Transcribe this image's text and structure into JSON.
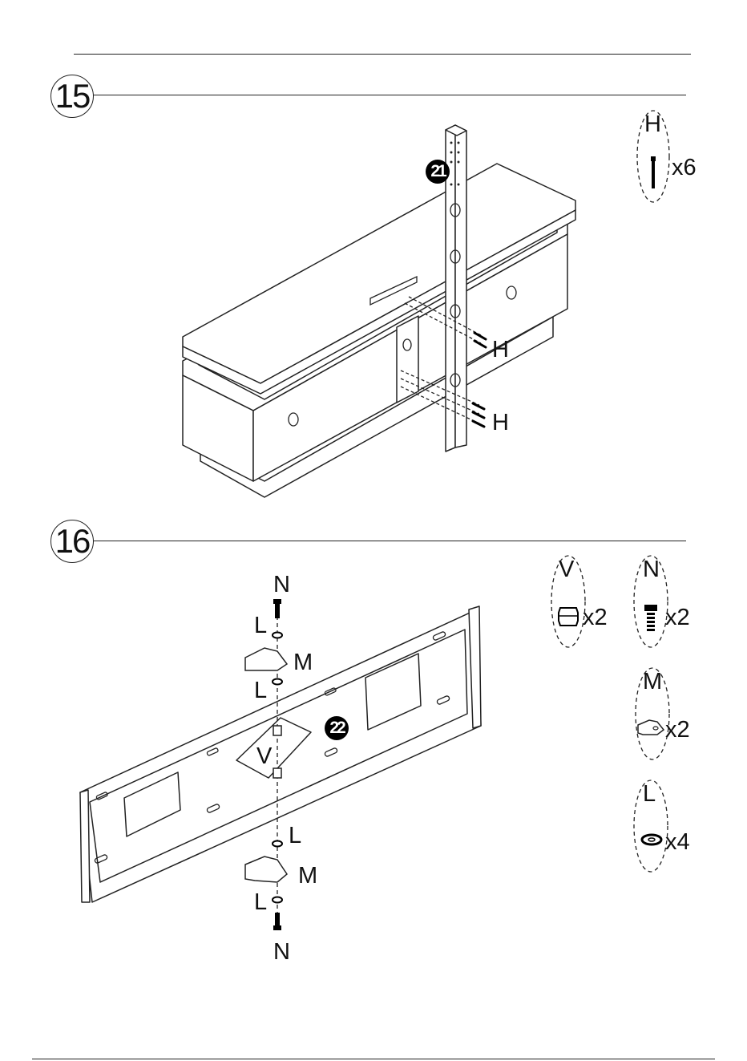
{
  "steps": [
    {
      "number": "15"
    },
    {
      "number": "16"
    }
  ],
  "step15": {
    "part_tag": "21",
    "callouts": [
      "H",
      "H"
    ],
    "hardware": [
      {
        "name": "H",
        "qty": "x6",
        "icon": "screw-icon"
      }
    ]
  },
  "step16": {
    "part_tag": "22",
    "callouts": [
      "N",
      "L",
      "M",
      "L",
      "V",
      "L",
      "M",
      "L",
      "N"
    ],
    "hardware": [
      {
        "name": "V",
        "qty": "x2",
        "icon": "cap-nut-icon"
      },
      {
        "name": "N",
        "qty": "x2",
        "icon": "bolt-icon"
      },
      {
        "name": "M",
        "qty": "x2",
        "icon": "bracket-icon"
      },
      {
        "name": "L",
        "qty": "x4",
        "icon": "washer-icon"
      }
    ]
  }
}
